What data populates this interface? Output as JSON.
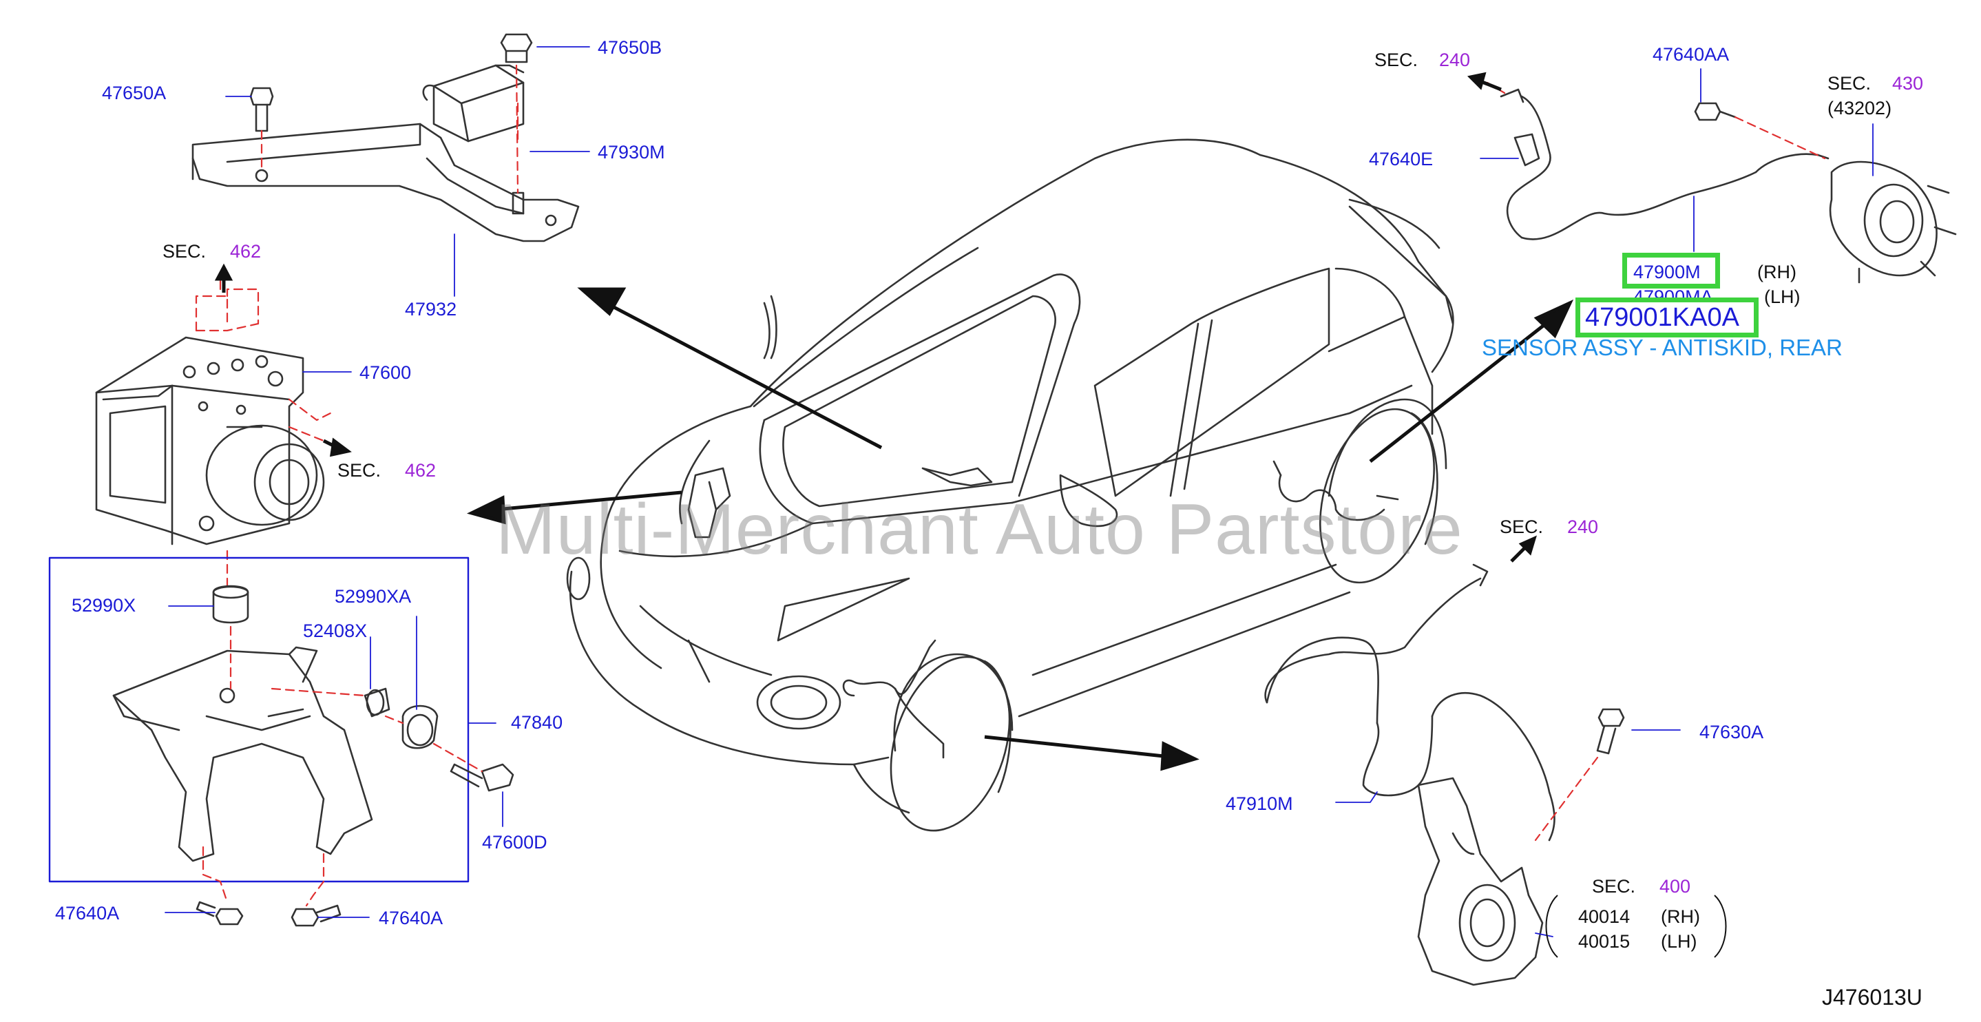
{
  "watermark": "Multi-Merchant Auto Partstore",
  "figure_code": "J476013U",
  "highlight": {
    "part_number": "479001KA0A",
    "caption": "SENSOR ASSY - ANTISKID, REAR",
    "box_color": "#3ed23e"
  },
  "colors": {
    "part_label": "#1b1bd6",
    "section_number": "#9b24d6",
    "line_art": "#333333",
    "leader_dash": "#e03030",
    "caption": "#1e8fe8"
  },
  "labels": {
    "p47650A": "47650A",
    "p47650B": "47650B",
    "p47930M": "47930M",
    "p47932": "47932",
    "p47600": "47600",
    "p52990X": "52990X",
    "p52990XA": "52990XA",
    "p52408X": "52408X",
    "p47840": "47840",
    "p47600D": "47600D",
    "p47640A_left": "47640A",
    "p47640A_right": "47640A",
    "p47640AA": "47640AA",
    "p47640E": "47640E",
    "p47900M": "47900M",
    "p47900MA": "47900MA",
    "p43202": "(43202)",
    "p47630A": "47630A",
    "p47910M": "47910M",
    "p40014": "40014",
    "p40015": "40015",
    "rh_rear": "(RH)",
    "lh_rear": "(LH)",
    "rh_front": "(RH)",
    "lh_front": "(LH)"
  },
  "sections": {
    "sec_word": "SEC.",
    "s462_top": "462",
    "s462_side": "462",
    "s240_top": "240",
    "s430": "430",
    "s240_mid": "240",
    "s400": "400"
  }
}
